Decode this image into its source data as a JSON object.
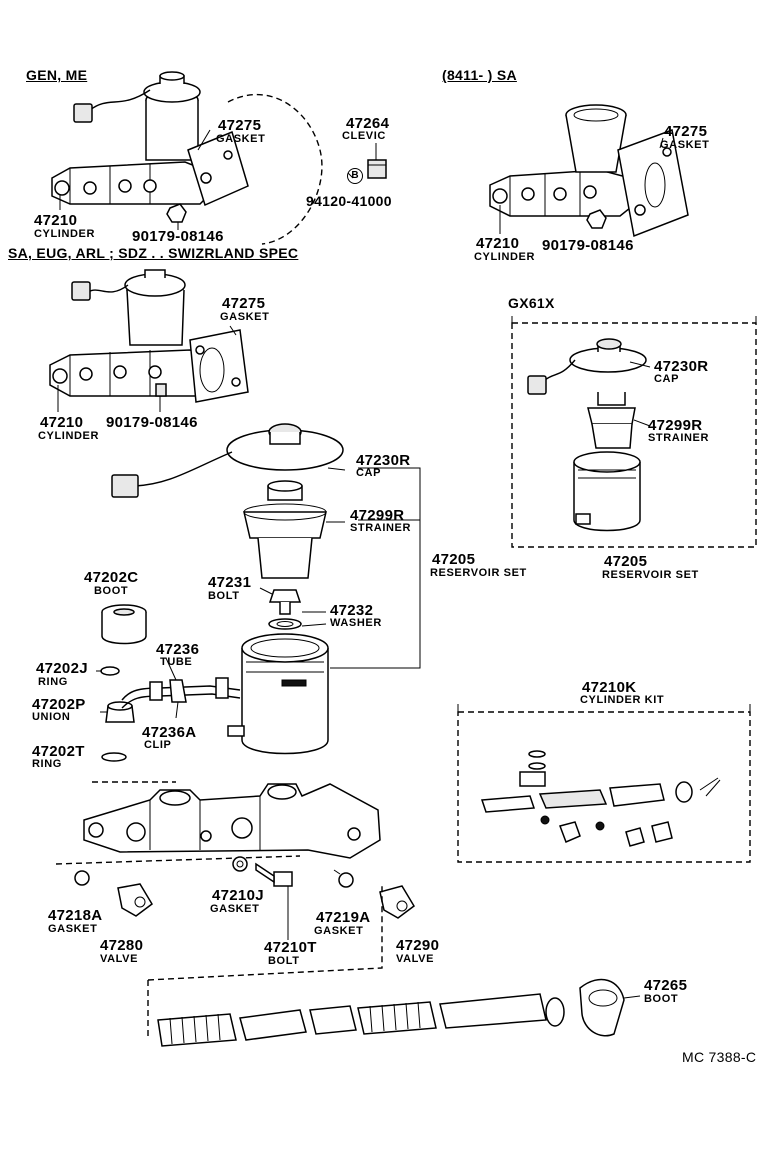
{
  "headers": {
    "gen_me": "GEN, ME",
    "sa_date": "(8411-        ) SA",
    "sa_spec": "SA, EUG, ARL ; SDZ . . SWIZRLAND SPEC",
    "gx61x": "GX61X"
  },
  "labels": {
    "gasket_47275_a": {
      "num": "47275",
      "desc": "GASKET"
    },
    "clevic_47264": {
      "num": "47264",
      "desc": "CLEVIC"
    },
    "ref_b": "B",
    "pin_94120": "94120-41000",
    "cyl_47210_a": {
      "num": "47210",
      "desc": "CYLINDER"
    },
    "nut_90179_a": "90179-08146",
    "gasket_47275_b": {
      "num": "47275",
      "desc": "GASKET"
    },
    "cyl_47210_b": {
      "num": "47210",
      "desc": "CYLINDER"
    },
    "nut_90179_b": "90179-08146",
    "gasket_47275_c": {
      "num": "47275",
      "desc": "GASKET"
    },
    "cyl_47210_c": {
      "num": "47210",
      "desc": "CYLINDER"
    },
    "nut_90179_c": "90179-08146",
    "cap_47230r_a": {
      "num": "47230R",
      "desc": "CAP"
    },
    "strainer_47299r_a": {
      "num": "47299R",
      "desc": "STRAINER"
    },
    "resset_47205_a": {
      "num": "47205",
      "desc": "RESERVOIR SET"
    },
    "cap_47230r_b": {
      "num": "47230R",
      "desc": "CAP"
    },
    "strainer_47299r_b": {
      "num": "47299R",
      "desc": "STRAINER"
    },
    "resset_47205_b": {
      "num": "47205",
      "desc": "RESERVOIR SET"
    },
    "boot_47202c": {
      "num": "47202C",
      "desc": "BOOT"
    },
    "bolt_47231": {
      "num": "47231",
      "desc": "BOLT"
    },
    "washer_47232": {
      "num": "47232",
      "desc": "WASHER"
    },
    "tube_47236": {
      "num": "47236",
      "desc": "TUBE"
    },
    "ring_47202j": {
      "num": "47202J",
      "desc": "RING"
    },
    "union_47202p": {
      "num": "47202P",
      "desc": "UNION"
    },
    "clip_47236a": {
      "num": "47236A",
      "desc": "CLIP"
    },
    "ring_47202t": {
      "num": "47202T",
      "desc": "RING"
    },
    "kit_47210k": {
      "num": "47210K",
      "desc": "CYLINDER KIT"
    },
    "gasket_47210j": {
      "num": "47210J",
      "desc": "GASKET"
    },
    "gasket_47218a": {
      "num": "47218A",
      "desc": "GASKET"
    },
    "gasket_47219a": {
      "num": "47219A",
      "desc": "GASKET"
    },
    "valve_47280": {
      "num": "47280",
      "desc": "VALVE"
    },
    "bolt_47210t": {
      "num": "47210T",
      "desc": "BOLT"
    },
    "valve_47290": {
      "num": "47290",
      "desc": "VALVE"
    },
    "boot_47265": {
      "num": "47265",
      "desc": "BOOT"
    },
    "doc_code": "MC 7388-C"
  }
}
